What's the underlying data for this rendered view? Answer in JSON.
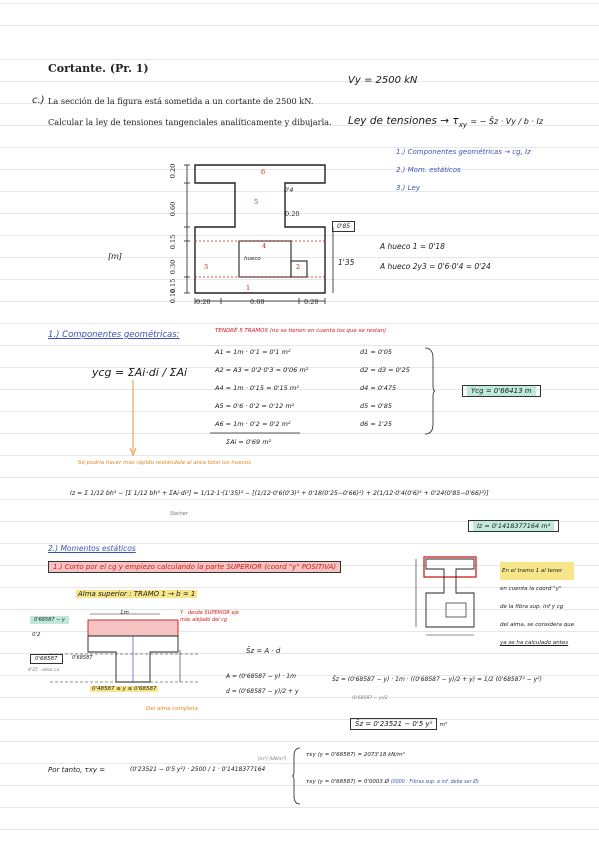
{
  "header": {
    "title": "Cortante. (Pr. 1)"
  },
  "problem": {
    "marker": "c.)",
    "line1": "La sección de la figura está sometida a un cortante de 2500 kN.",
    "line2": "Calcular la ley de tensiones tangenciales analíticamente y dibujarla."
  },
  "right_notes": {
    "vy": "Vy = 2500 kN",
    "law": "Ley de tensiones → τ",
    "law_sub": "xy",
    "law_eq": "= − S̄z · Vy / b · Iz",
    "steps": [
      "1.) Componentes geométricas → cg, Iz",
      "2.) Mom. estáticos",
      "3.) Ley"
    ],
    "hollow1": "A hueco 1 = 0'18",
    "hollow23": "A hueco 2y3 = 0'6·0'4 = 0'24",
    "dim_135": "1'35"
  },
  "figure": {
    "unit_label": "[m]",
    "dims_left": [
      "0.20",
      "0.60",
      "0.15",
      "0.30",
      "0.15",
      "0.10"
    ],
    "dim_04": "0'4",
    "dim_020": "0.20",
    "dim_085": "0'85",
    "dims_bottom": [
      "0.20",
      "0.60",
      "0.20"
    ],
    "hueco_label": "hueco",
    "part_nums": [
      "1",
      "2",
      "3",
      "4",
      "5",
      "6"
    ]
  },
  "section1": {
    "title": "1.) Componentes geométricas:",
    "note": "TENDRÉ 5 TRAMOS (no se tienen en cuenta los que se restan)",
    "ycg": "ycg = ΣAi·di / ΣAi",
    "rows": [
      {
        "a": "A1 = 1m · 0'1 = 0'1 m²",
        "d": "d1 = 0'05"
      },
      {
        "a": "A2 = A3 = 0'2·0'3 = 0'06 m²",
        "d": "d2 = d3 = 0'25"
      },
      {
        "a": "A4 = 1m · 0'15 = 0'15 m²",
        "d": "d4 = 0'475"
      },
      {
        "a": "A5 = 0'6 · 0'2 = 0'12 m²",
        "d": "d5 = 0'85"
      },
      {
        "a": "A6 = 1m · 0'2 = 0'2 m²",
        "d": "d6 = 1'25"
      }
    ],
    "sum": "ΣAi = 0'69 m²",
    "ycg_result": "Ycg = 0'66413 m",
    "orange_note": "Se podría hacer más rápido restándole al área total los huecos",
    "iz_eq": "Iz = Σ 1/12 bh³ − [Σ 1/12 bh³ + ΣAi·di²] = 1/12·1·(1'35)³ − [(1/12·0'6(0'3)³ + 0'18(0'25−0'66)²) + 2(1/12·0'4(0'6)³ + 0'24(0'85−0'66)²)]",
    "steiner": "Steiner",
    "iz_result": "Iz = 0'1418377164 m⁴"
  },
  "section2": {
    "title": "2.) Momentos estáticos",
    "cut_title": "1.) Corto por el cg y empiezo calculando la parte SUPERIOR (coord \"y\" POSITIVA)",
    "alma": "Alma superior : TRAMO 1 → b = 1",
    "right_note_lines": [
      "En el tramo 1 al tener",
      "en cuenta la coord \"y\"",
      "de la fibra sup. inf y cg",
      "del alma, se considera que",
      "ya se ha calculado antes"
    ],
    "sketch_top": "1m",
    "sketch_note": "Y · desde SUPERIOR eje más alejado del cg",
    "sketch_y1": "0'68587 − y",
    "sketch_02": "0'2",
    "sketch_y2": "0'68587",
    "sketch_y3": "0'68587",
    "sketch_axis": "4'25 · ellos ca",
    "sketch_range": "0'48587 ≤ y ≤ 0'68587",
    "sketch_alma": "Del alma completa",
    "sz_def": "S̄z = A · d",
    "a_eq": "A = (0'68587 − y) · 1m",
    "d_eq": "d = (0'68587 − y)/2 + y",
    "sz_eq": "S̄z = (0'68587 − y) · 1m · ((0'68587 − y)/2 + y) = 1/2 (0'68587² − y²)",
    "sz_small": "(0'68587 − y)/2",
    "sz_result": "S̄z = 0'23521 − 0'5 y²",
    "sz_unit": "m³",
    "tau_prefix": "Por tanto, τxy =",
    "tau_eq": "(0'23521 − 0'5 y²) · 2500 / 1 · 0'1418377164",
    "tau_units": "[m³] [kN/m⁴]",
    "res1": "τxy (y = 0'68587) = 2073'18 kN/m²",
    "res2": "τxy (y = 0'68587) = 0'0003 Ø",
    "res2_note": "(0000 : Fibras sup. e inf. debe ser Ø)"
  }
}
